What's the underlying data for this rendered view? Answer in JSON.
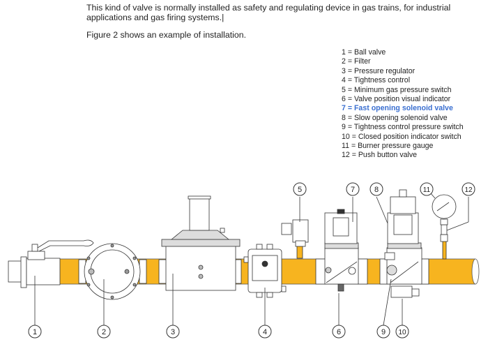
{
  "text": {
    "paragraph1": "This kind of valve is normally installed as safety and regulating device in gas trains, for industrial applications and gas firing systems.|",
    "paragraph2": "Figure 2 shows an example of installation."
  },
  "legend": {
    "items": [
      {
        "label": "1 = Ball valve",
        "highlight": false
      },
      {
        "label": "2 = Filter",
        "highlight": false
      },
      {
        "label": "3 = Pressure regulator",
        "highlight": false
      },
      {
        "label": "4 = Tightness control",
        "highlight": false
      },
      {
        "label": "5 = Minimum gas pressure switch",
        "highlight": false
      },
      {
        "label": "6 = Valve position visual indicator",
        "highlight": false
      },
      {
        "label": "7 = Fast opening solenoid valve",
        "highlight": true
      },
      {
        "label": "8 = Slow opening solenoid valve",
        "highlight": false
      },
      {
        "label": "9 = Tightness control pressure switch",
        "highlight": false
      },
      {
        "label": "10 = Closed position indicator switch",
        "highlight": false
      },
      {
        "label": "11 = Burner pressure gauge",
        "highlight": false
      },
      {
        "label": "12 = Push button valve",
        "highlight": false
      }
    ],
    "highlight_color": "#3a6fd0"
  },
  "diagram": {
    "pipe_color": "#f7b41f",
    "callouts": [
      "1",
      "2",
      "3",
      "4",
      "5",
      "6",
      "7",
      "8",
      "9",
      "10",
      "11",
      "12"
    ]
  }
}
